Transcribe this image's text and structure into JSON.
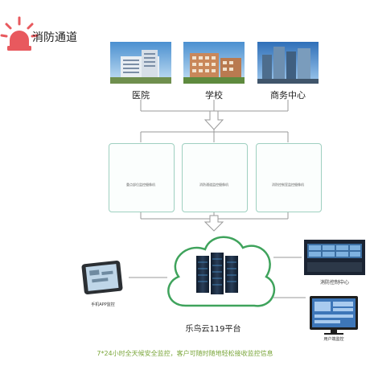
{
  "header": {
    "title": "消防通道"
  },
  "buildings": [
    {
      "label": "医院",
      "icon": "hospital-photo"
    },
    {
      "label": "学校",
      "icon": "school-photo"
    },
    {
      "label": "商务中心",
      "icon": "business-center-photo"
    }
  ],
  "cameras": [
    {
      "label": "重点部位监控摄像机",
      "icon": "camera-icon"
    },
    {
      "label": "消防通道监控摄像机",
      "icon": "camera-icon"
    },
    {
      "label": "消防控制室监控摄像机",
      "icon": "camera-icon"
    }
  ],
  "platform": {
    "label": "乐鸟云119平台",
    "icon": "server-cloud-icon"
  },
  "endpoints": {
    "mobile": {
      "label": "手机APP监控",
      "icon": "phone-icon"
    },
    "control_center": {
      "label": "消防控制中心",
      "icon": "control-room-photo"
    },
    "pc": {
      "label": "用户端监控",
      "icon": "computer-icon"
    }
  },
  "caption": "7*24小时全天候安全监控，客户可随时随地轻松接收监控信息",
  "colors": {
    "accent_red": "#e8595e",
    "line": "#9a9a9a",
    "box_border": "#9fd0c0",
    "caption_green": "#7aa63a"
  }
}
